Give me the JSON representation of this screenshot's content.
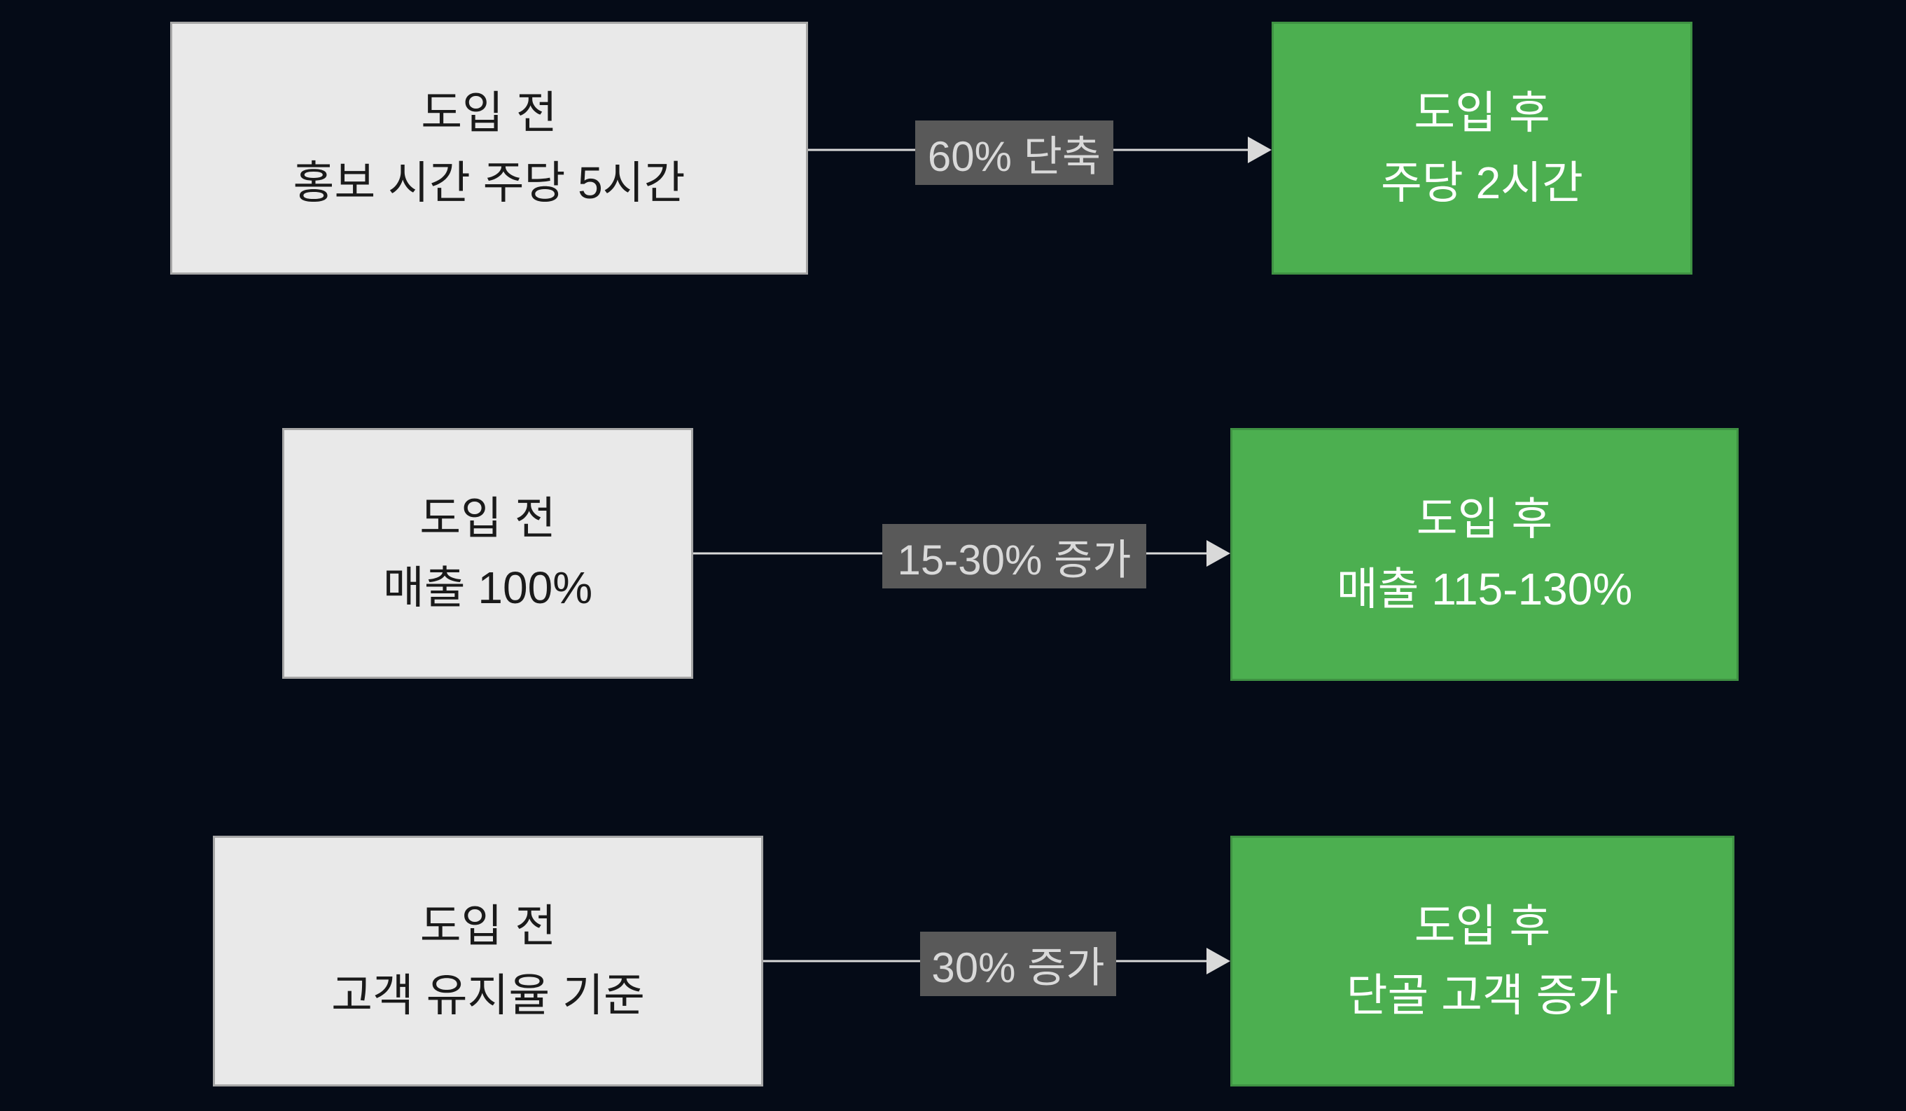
{
  "colors": {
    "bg": "#050b17",
    "before_fill": "#e9e9e9",
    "before_border": "#a6a6a6",
    "before_text": "#1a1a1a",
    "after_fill": "#4caf50",
    "after_border": "#3f9143",
    "after_text": "#ffffff",
    "label_bg": "#595959",
    "label_text": "#d9d9d9",
    "arrow_color": "#d9d9d9"
  },
  "rows": [
    {
      "before": {
        "line1": "도입 전",
        "line2": "홍보 시간 주당 5시간"
      },
      "arrow_label": "60% 단축",
      "after": {
        "line1": "도입 후",
        "line2": "주당 2시간"
      }
    },
    {
      "before": {
        "line1": "도입 전",
        "line2": "매출 100%"
      },
      "arrow_label": "15-30% 증가",
      "after": {
        "line1": "도입 후",
        "line2": "매출 115-130%"
      }
    },
    {
      "before": {
        "line1": "도입 전",
        "line2": "고객 유지율 기준"
      },
      "arrow_label": "30% 증가",
      "after": {
        "line1": "도입 후",
        "line2": "단골 고객 증가"
      }
    }
  ]
}
